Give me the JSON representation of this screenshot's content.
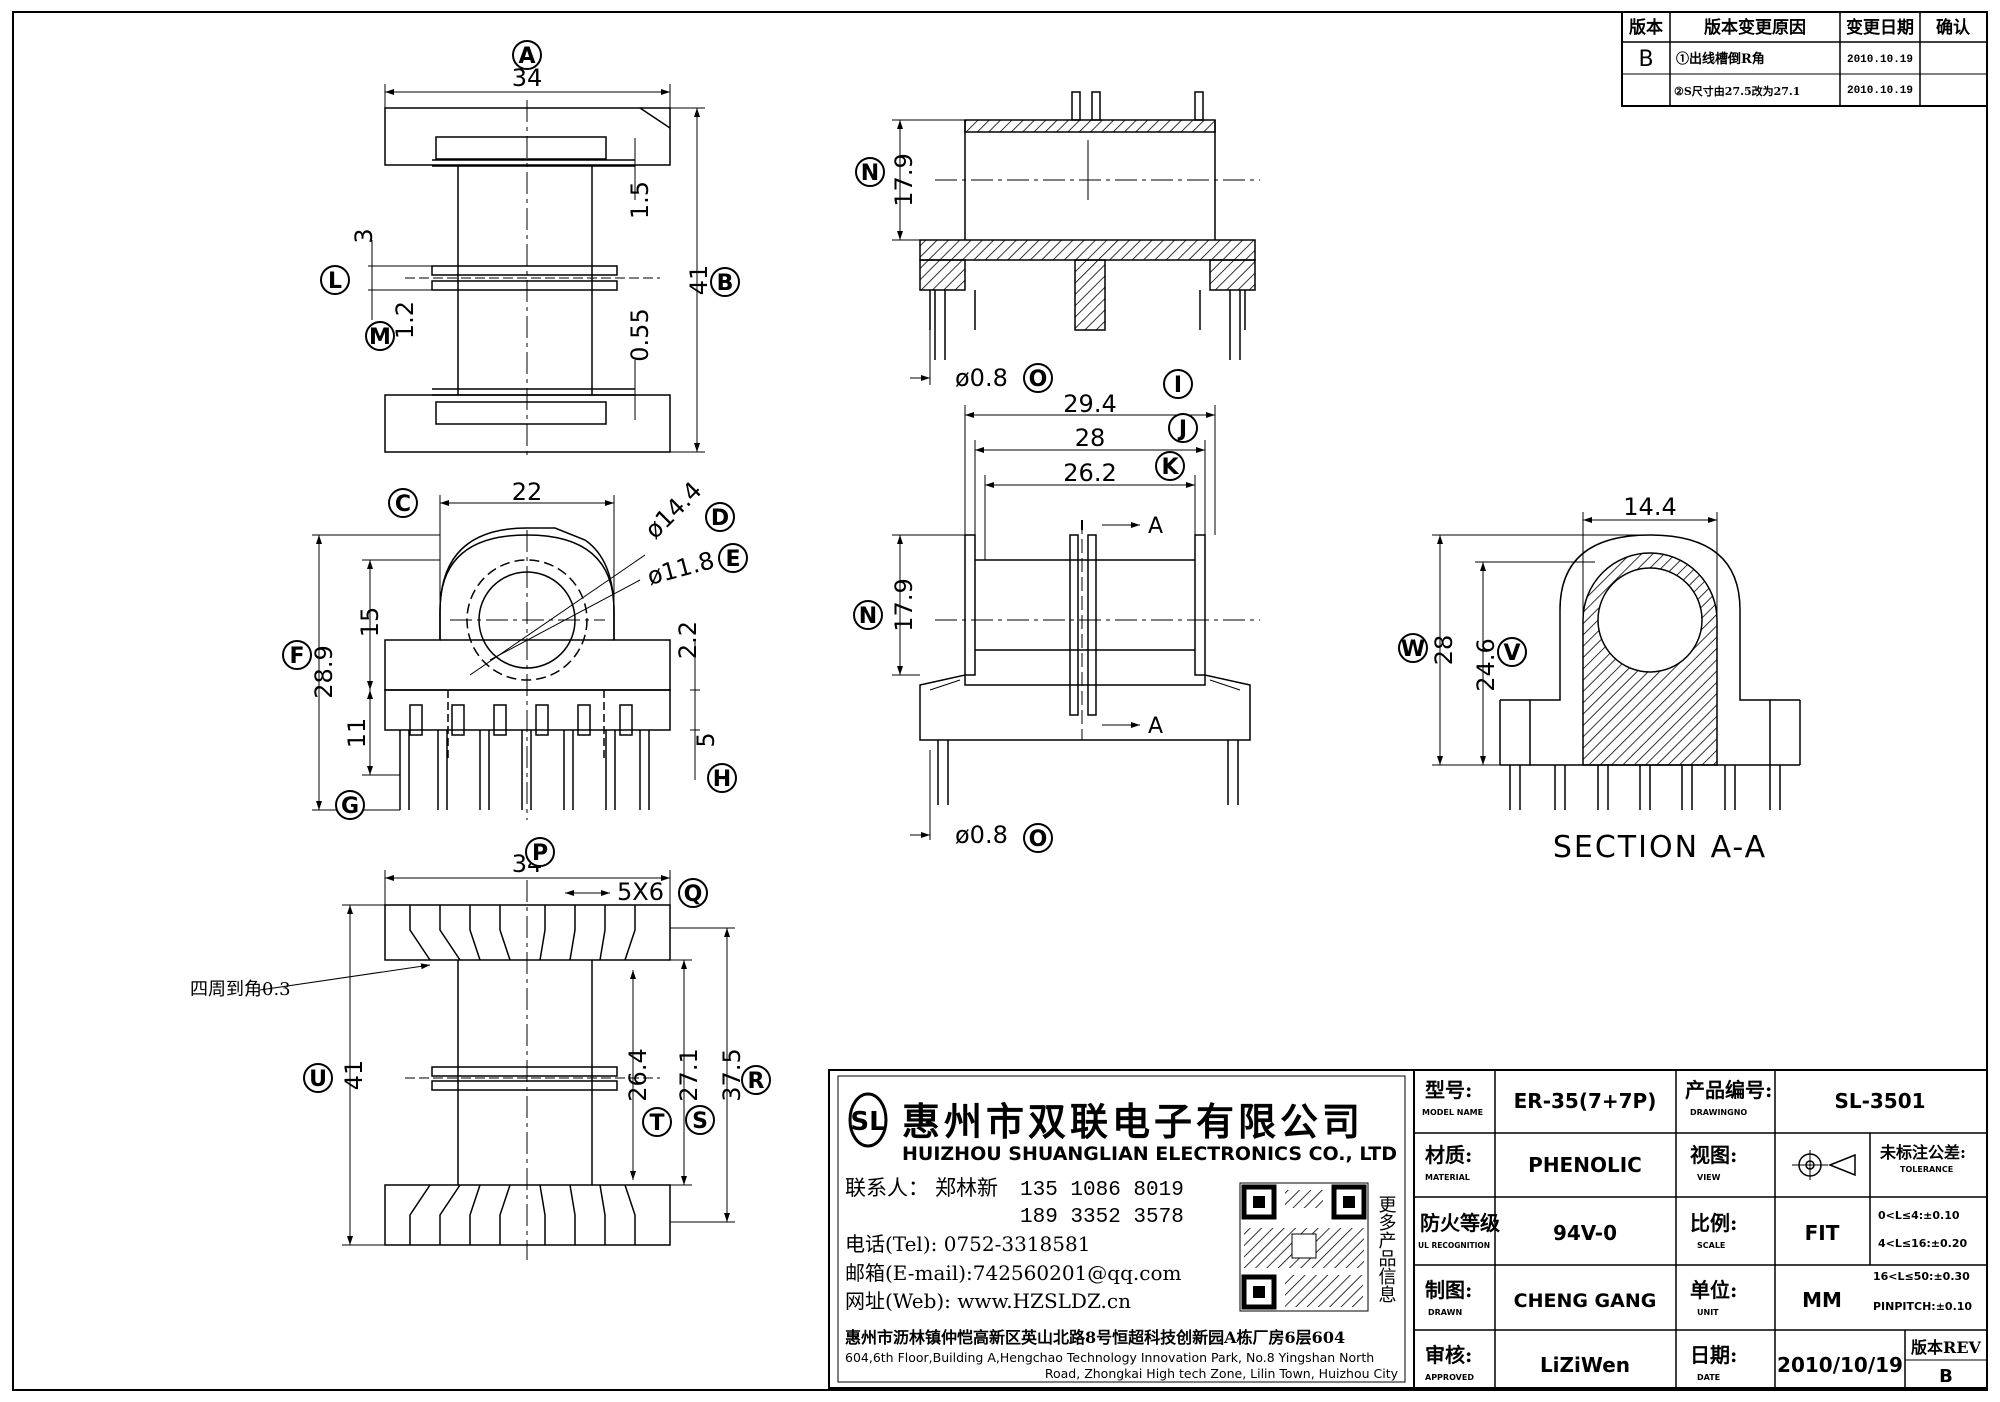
{
  "revision_table": {
    "headers": [
      "版本",
      "版本变更原因",
      "变更日期",
      "确认"
    ],
    "rows": [
      {
        "rev": "B",
        "reason": "①出线槽倒R角",
        "date": "2010.10.19",
        "confirm": ""
      },
      {
        "rev": "",
        "reason": "②S尺寸由27.5改为27.1",
        "date": "2010.10.19",
        "confirm": ""
      }
    ]
  },
  "views": {
    "top_left": {
      "dim_a": "34",
      "dim_b": "41",
      "dim_l": "3",
      "dim_m": "1.2",
      "dim_15": "1.5",
      "dim_055": "0.55"
    },
    "front_left": {
      "dim_c": "22",
      "dim_d": "ø14.4",
      "dim_e": "ø11.8",
      "dim_f": "28.9",
      "dim_15": "15",
      "dim_22": "2.2",
      "dim_11": "11",
      "dim_5": "5"
    },
    "bottom_left": {
      "dim_p": "34",
      "pitch": "5X6",
      "corner_note": "四周到角0.3",
      "dim_u": "41",
      "dim_t": "26.4",
      "dim_s": "27.1",
      "dim_r": "37.5"
    },
    "section_top": {
      "dim_n": "17.9",
      "dim_o": "ø0.8"
    },
    "side_middle": {
      "dim_i": "29.4",
      "dim_j": "28",
      "dim_k": "26.2",
      "dim_n": "17.9",
      "dim_o": "ø0.8",
      "section_mark": "A"
    },
    "section_aa": {
      "dim_144": "14.4",
      "dim_w": "28",
      "dim_v": "24.6",
      "title": "SECTION A-A"
    }
  },
  "balloons": [
    "A",
    "B",
    "L",
    "M",
    "N",
    "O",
    "I",
    "J",
    "K",
    "C",
    "D",
    "E",
    "F",
    "G",
    "H",
    "P",
    "Q",
    "U",
    "R",
    "S",
    "T",
    "W",
    "V"
  ],
  "company": {
    "logo": "SL",
    "name_cn": "惠州市双联电子有限公司",
    "name_en": "HUIZHOU SHUANGLIAN ELECTRONICS CO., LTD",
    "contact_label": "联系人：",
    "contact_name": "郑林新",
    "phone1": "135 1086 8019",
    "phone2": "189 3352 3578",
    "tel": "电话(Tel): 0752-3318581",
    "email": "邮箱(E-mail):742560201@qq.com",
    "web": "网址(Web): www.HZSLDZ.cn",
    "qr_note": "更多产品信息",
    "address_cn": "惠州市沥林镇仲恺高新区英山北路8号恒超科技创新园A栋厂房6层604",
    "address_en1": "604,6th Floor,Building A,Hengchao Technology Innovation Park, No.8 Yingshan North",
    "address_en2": "Road, Zhongkai High tech Zone, Lilin Town, Huizhou City"
  },
  "title_block": {
    "model_label": "型号:",
    "model_label_en": "MODEL NAME",
    "model": "ER-35(7+7P)",
    "drawing_label": "产品编号:",
    "drawing_label_en": "DRAWINGNO",
    "drawing_no": "SL-3501",
    "material_label": "材质:",
    "material_label_en": "MATERIAL",
    "material": "PHENOLIC",
    "view_label": "视图:",
    "view_label_en": "VIEW",
    "tol_label": "未标注公差:",
    "tol_label_en": "TOLERANCE",
    "tol1": "0<L≤4:±0.10",
    "tol2": "4<L≤16:±0.20",
    "tol3": "16<L≤50:±0.30",
    "tol4": "PINPITCH:±0.10",
    "flame_label": "防火等级",
    "flame_label_en": "UL RECOGNITION",
    "flame": "94V-0",
    "scale_label": "比例:",
    "scale_label_en": "SCALE",
    "scale": "FIT",
    "drawn_label": "制图:",
    "drawn_label_en": "DRAWN",
    "drawn": "CHENG GANG",
    "unit_label": "单位:",
    "unit_label_en": "UNIT",
    "unit": "MM",
    "approved_label": "审核:",
    "approved_label_en": "APPROVED",
    "approved": "LiZiWen",
    "date_label": "日期:",
    "date_label_en": "DATE",
    "date": "2010/10/19",
    "rev_label": "版本REV",
    "rev": "B"
  }
}
